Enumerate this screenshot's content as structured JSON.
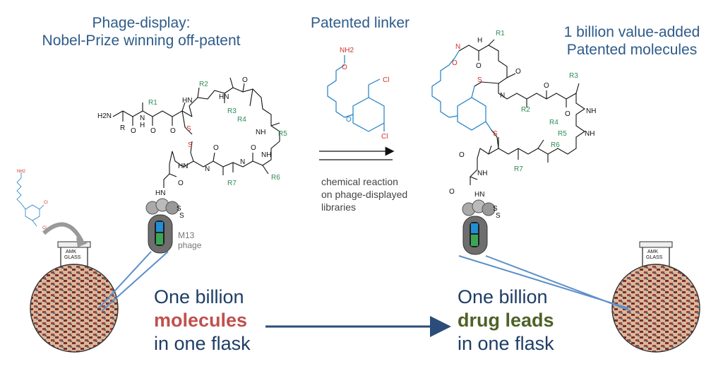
{
  "titles": {
    "phage_display_line1": "Phage-display:",
    "phage_display_line2": "Nobel-Prize winning off-patent",
    "patented_linker": "Patented linker",
    "value_added_line1": "1 billion value-added",
    "value_added_line2": "Patented molecules"
  },
  "reaction_note": {
    "line1": "chemical reaction",
    "line2": "on phage-displayed",
    "line3": "libraries"
  },
  "phage_label": {
    "line1": "M13",
    "line2": "phage"
  },
  "left_caption": {
    "line1": "One billion",
    "highlight": "molecules",
    "line3": "in one flask"
  },
  "right_caption": {
    "line1": "One billion",
    "highlight": "drug leads",
    "line3": "in one flask"
  },
  "flask_label": {
    "line1": "AMK",
    "line2": "GLASS"
  },
  "atoms": {
    "h2n": "H2N",
    "r": "R",
    "n": "N",
    "h": "H",
    "hn": "HN",
    "nh": "NH",
    "o": "O",
    "s": "S",
    "cl": "Cl",
    "nh2": "NH2",
    "r1": "R1",
    "r2": "R2",
    "r3": "R3",
    "r4": "R4",
    "r5": "R5",
    "r6": "R6",
    "r7": "R7"
  },
  "colors": {
    "title_blue": "#2e5b8a",
    "caption_navy": "#1f3d66",
    "molecules_red": "#c0504d",
    "drug_leads_green": "#4f6228",
    "linker_blue": "#1f7fc4",
    "heteroatom_red": "#d0312d",
    "sidechain_green": "#2e8b57",
    "arrow_navy": "#2b4d7a"
  }
}
